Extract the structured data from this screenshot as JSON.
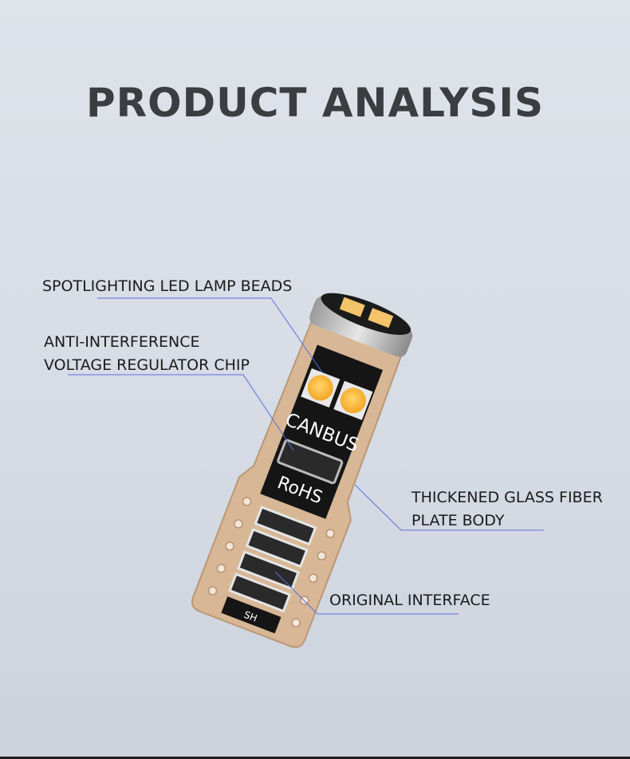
{
  "header": {
    "title": "PRODUCT ANALYSIS"
  },
  "annotations": {
    "led_beads": "SPOTLIGHTING LED LAMP BEADS",
    "regulator_line1": "ANTI-INTERFERENCE",
    "regulator_line2": "VOLTAGE REGULATOR CHIP",
    "glass_fiber_line1": "THICKENED GLASS FIBER",
    "glass_fiber_line2": "PLATE BODY",
    "interface": "ORIGINAL INTERFACE"
  },
  "bulb_markings": {
    "canbus": "CANBUS",
    "rohs": "RoHS",
    "sh": "SH"
  },
  "colors": {
    "pcb": "#d7b796",
    "chip_black": "#151515",
    "led_yellow": "#f7b23a",
    "leader_line": "#5b6ee0"
  }
}
